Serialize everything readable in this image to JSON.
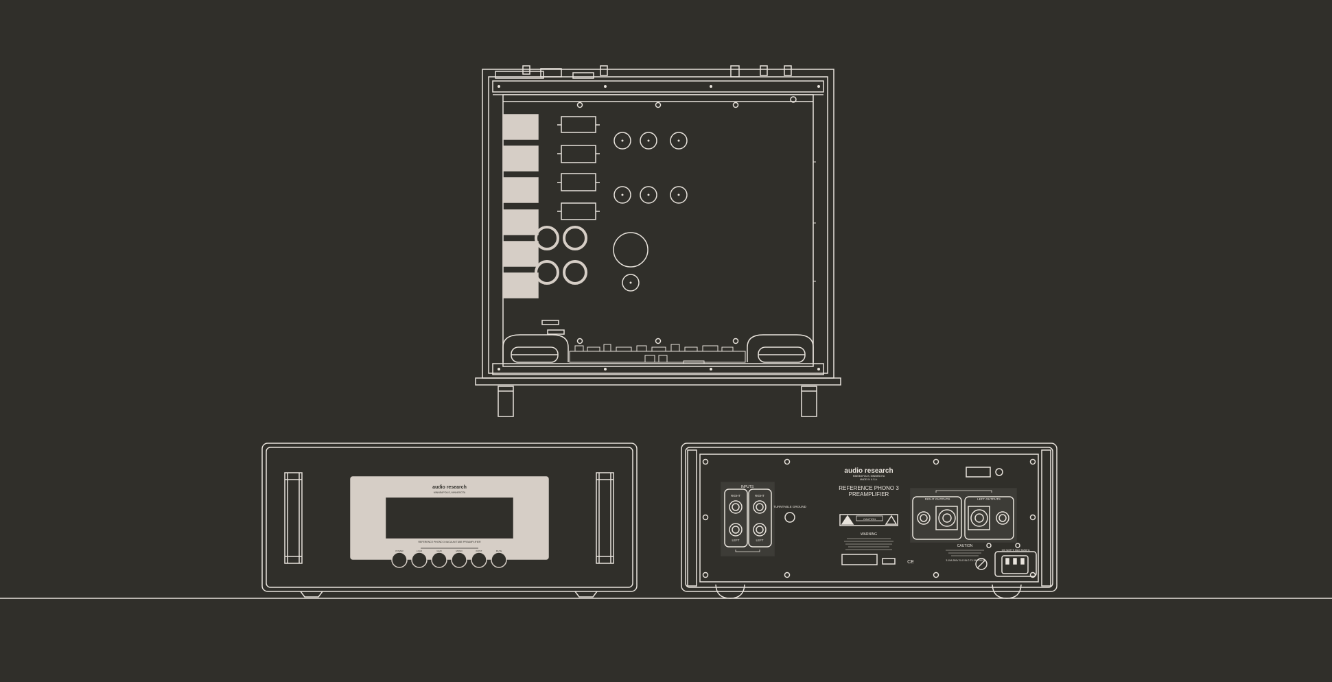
{
  "colors": {
    "background": "#302f2a",
    "line": "#e8e3dc",
    "fill": "#d6cec6",
    "dark_panel": "#3d3c37"
  },
  "front_panel": {
    "brand": "audio research",
    "location": "MINNEAPOLIS, MINNESOTA",
    "model_line": "REFERENCE PHONO 3 VACUUM TUBE PREAMPLIFIER",
    "knob_labels": [
      "POWER",
      "LOAD",
      "GAIN",
      "MONO",
      "INPUT",
      "MUTE"
    ]
  },
  "rear_panel": {
    "brand": "audio research",
    "location": "MINNEAPOLIS, MINNESOTA",
    "made_in": "MADE IN U.S.A.",
    "model": "REFERENCE PHONO 3",
    "type": "PREAMPLIFIER",
    "inputs_label": "INPUTS",
    "right_label": "RIGHT",
    "left_label": "LEFT",
    "turntable_ground": "TURNTABLE GROUND",
    "right_outputs": "RIGHT OUTPUTS",
    "left_outputs": "LEFT OUTPUTS",
    "caution_box": "CAUTION",
    "warning": "WARNING",
    "caution": "CAUTION",
    "power_rating": "100 WATTS MAX 50/60Hz",
    "fuse_info": "3.15A 250V SLO BLO T3.15A 250V",
    "ce_mark": "CE"
  }
}
